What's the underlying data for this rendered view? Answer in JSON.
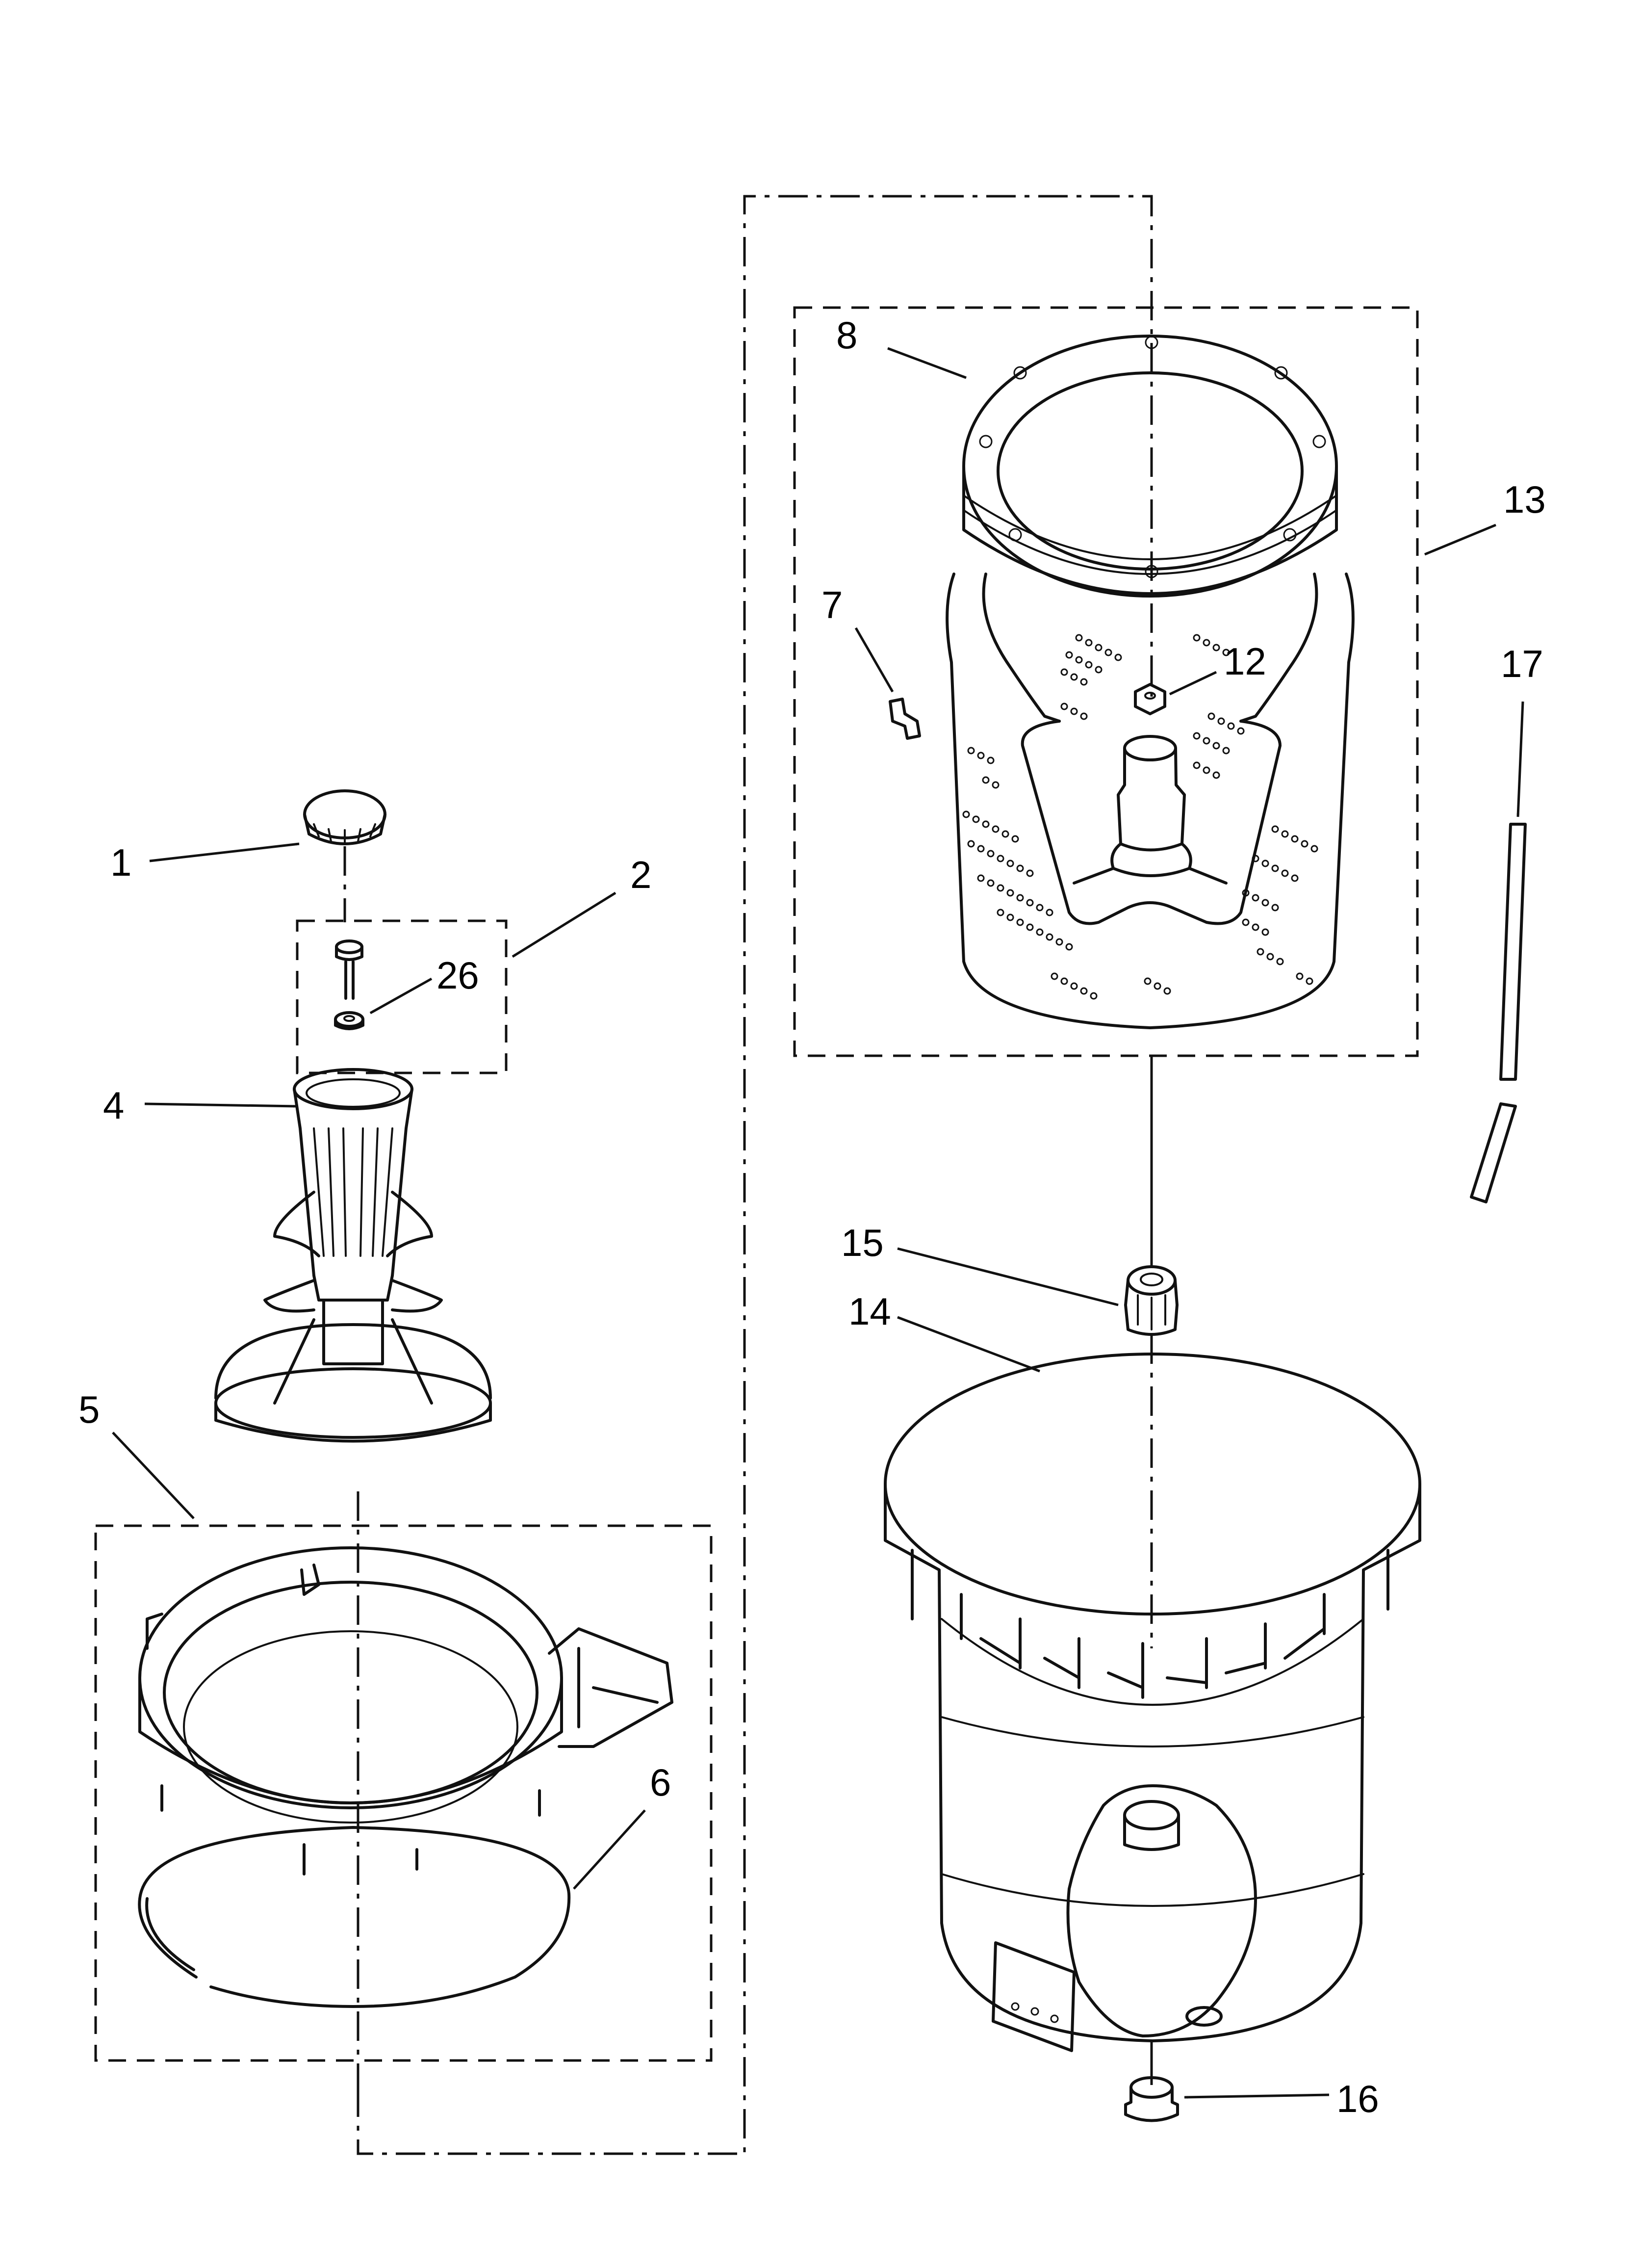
{
  "callouts": [
    {
      "id": "c1",
      "label": "1"
    },
    {
      "id": "c2",
      "label": "2"
    },
    {
      "id": "c26",
      "label": "26"
    },
    {
      "id": "c4",
      "label": "4"
    },
    {
      "id": "c5",
      "label": "5"
    },
    {
      "id": "c6",
      "label": "6"
    },
    {
      "id": "c7",
      "label": "7"
    },
    {
      "id": "c8",
      "label": "8"
    },
    {
      "id": "c12",
      "label": "12"
    },
    {
      "id": "c13",
      "label": "13"
    },
    {
      "id": "c14",
      "label": "14"
    },
    {
      "id": "c15",
      "label": "15"
    },
    {
      "id": "c16",
      "label": "16"
    },
    {
      "id": "c17",
      "label": "17"
    }
  ],
  "colors": {
    "line": "#111111",
    "background": "#ffffff"
  }
}
